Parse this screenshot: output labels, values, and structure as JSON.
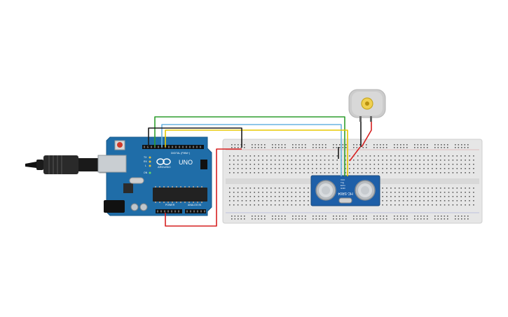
{
  "arduino": {
    "brand_label": "ARDUINO",
    "model_label": "UNO",
    "digital_header_label": "DIGITAL (PWM~)",
    "power_label": "POWER",
    "analog_label": "ANALOG IN",
    "tx_label": "TX",
    "rx_label": "RX",
    "l_label": "L",
    "on_label": "ON"
  },
  "sensor": {
    "model_label": "HC-SR04",
    "pin_labels": [
      "VCC",
      "Trig",
      "Echo",
      "GND"
    ]
  },
  "colors": {
    "board_blue": "#1f6da8",
    "breadboard": "#e4e4e4",
    "wire_green": "#2e9e2e",
    "wire_blue": "#6ab4e0",
    "wire_yellow": "#e8c800",
    "wire_black": "#1a1a1a",
    "wire_red": "#d62020",
    "sensor_blue": "#1e5fa8"
  },
  "icons": [
    "usb-cable-icon",
    "dc-motor-icon",
    "ultrasonic-sensor-icon",
    "arduino-board-icon",
    "breadboard-icon"
  ]
}
